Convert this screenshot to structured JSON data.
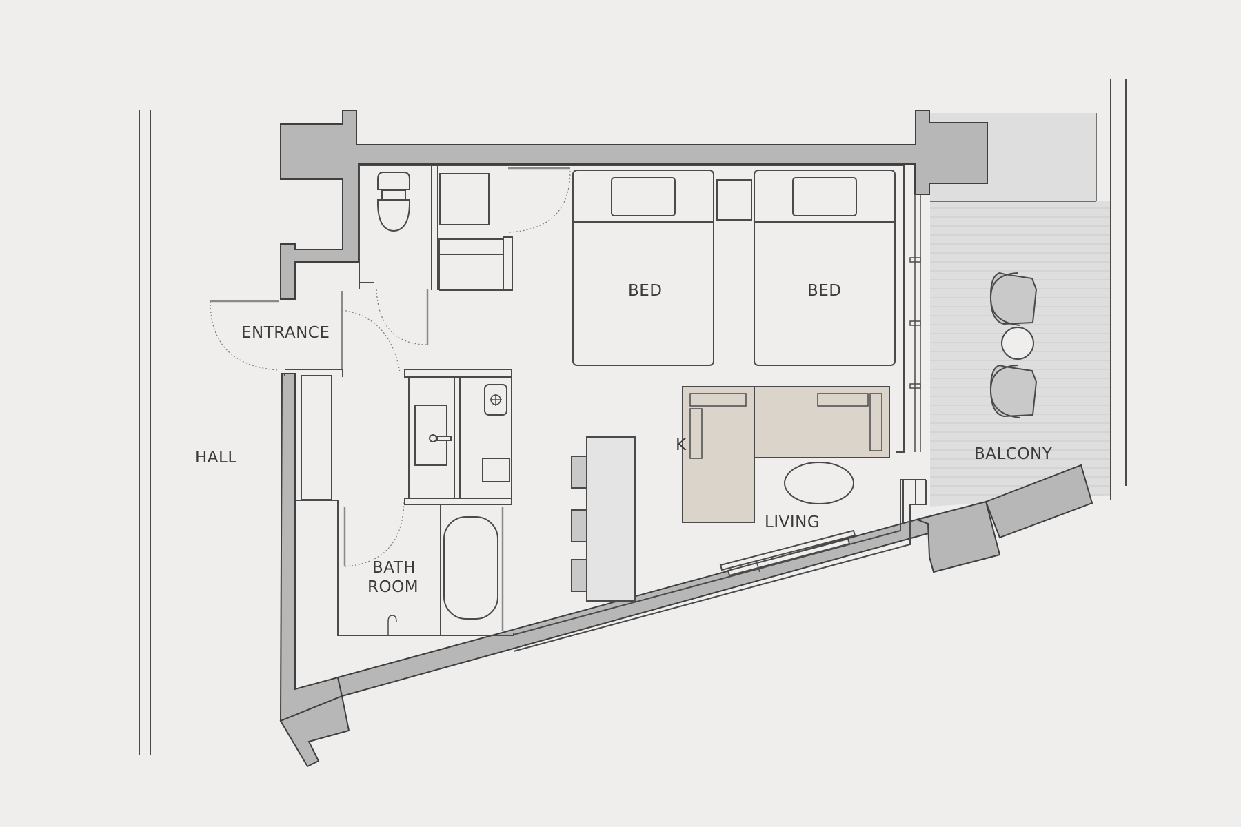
{
  "labels": {
    "hall": "HALL",
    "entrance": "ENTRANCE",
    "bed_left": "BED",
    "bed_right": "BED",
    "bath_line1": "BATH",
    "bath_line2": "ROOM",
    "living": "LIVING",
    "balcony": "BALCONY",
    "partial": "K"
  },
  "colors": {
    "background": "#efeeec",
    "wall_fill": "#b7b7b7",
    "sofa_fill": "#dbd4ca",
    "bar_counter": "#e4e4e4",
    "balcony_fill": "#dedede",
    "line": "#4a4a4a"
  }
}
